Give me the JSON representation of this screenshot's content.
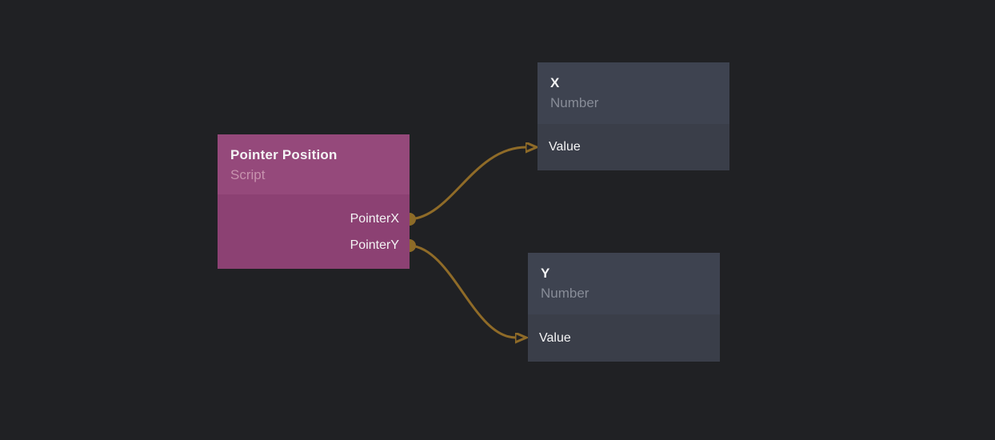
{
  "editor": {
    "background_color": "#202124",
    "wire_color": "#8f6b28",
    "port_color": "#8d6b28",
    "text_color": "#f4f4f5"
  },
  "nodes": [
    {
      "title": "Pointer Position",
      "subtitle": "Script",
      "header_color": "#95497b",
      "body_color": "#8c4173",
      "outputs": [
        {
          "label": "PointerX"
        },
        {
          "label": "PointerY"
        }
      ]
    },
    {
      "title": "X",
      "subtitle": "Number",
      "header_color": "#3e4350",
      "body_color": "#3a3e49",
      "inputs": [
        {
          "label": "Value"
        }
      ]
    },
    {
      "title": "Y",
      "subtitle": "Number",
      "header_color": "#3e4350",
      "body_color": "#3a3e49",
      "inputs": [
        {
          "label": "Value"
        }
      ]
    }
  ],
  "connections": [
    {
      "from_node": "Pointer Position",
      "from_port": "PointerX",
      "to_node": "X",
      "to_port": "Value"
    },
    {
      "from_node": "Pointer Position",
      "from_port": "PointerY",
      "to_node": "Y",
      "to_port": "Value"
    }
  ]
}
